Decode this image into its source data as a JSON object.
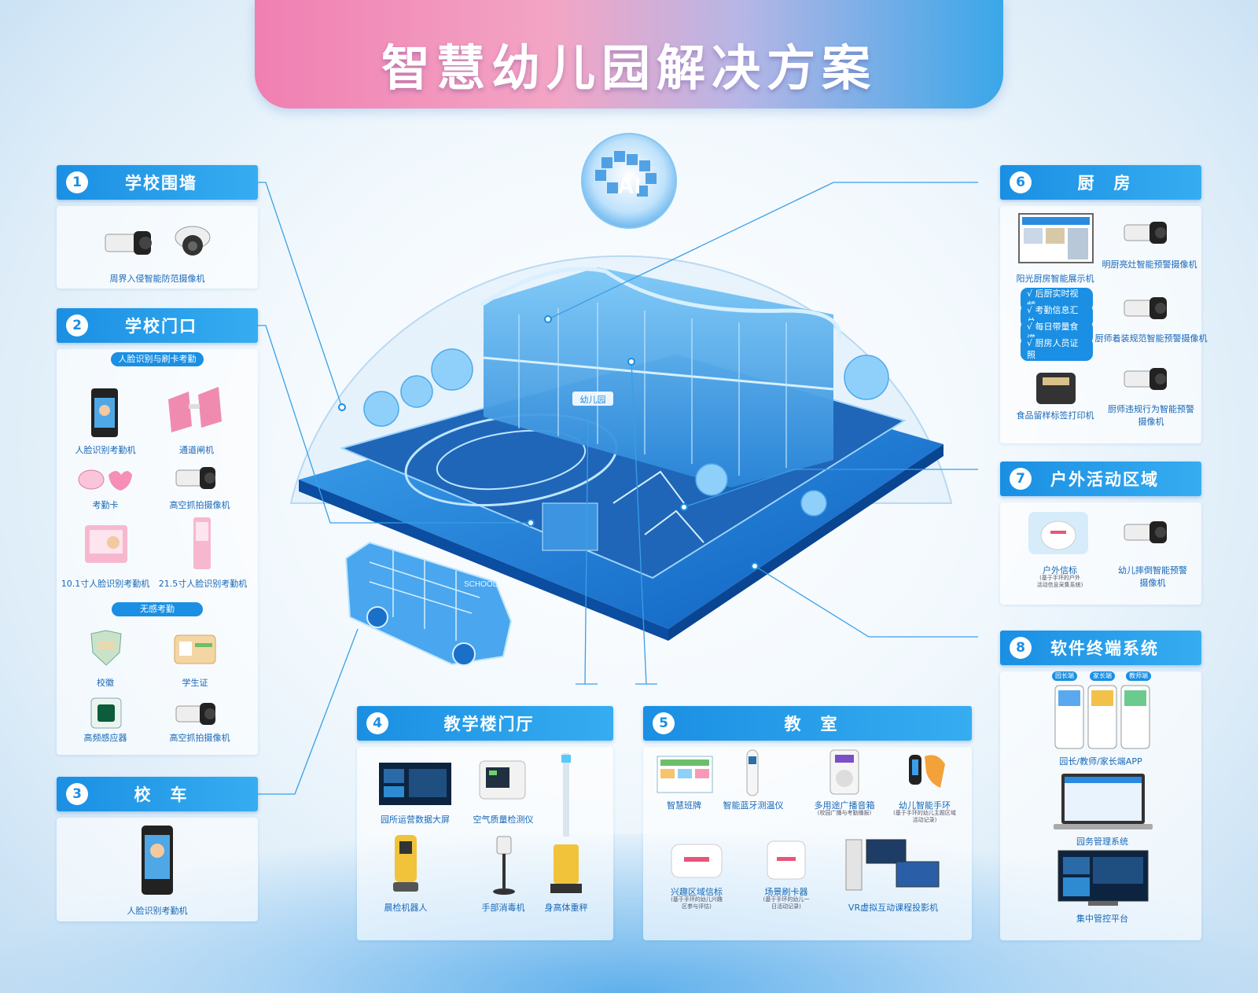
{
  "title": "智慧幼儿园解决方案",
  "center": {
    "ai_label": "AI",
    "school_sign": "幼儿园",
    "bus_sign": "SCHOOL"
  },
  "s1": {
    "num": "1",
    "title": "学校围墙",
    "items": [
      "周界入侵智能防范摄像机"
    ]
  },
  "s2": {
    "num": "2",
    "title": "学校门口",
    "pill1": "人脸识别与刷卡考勤",
    "pill2": "无感考勤",
    "items": [
      "人脸识别考勤机",
      "通道闸机",
      "考勤卡",
      "高空抓拍摄像机",
      "10.1寸人脸识别考勤机",
      "21.5寸人脸识别考勤机",
      "校徽",
      "学生证",
      "高频感应器",
      "高空抓拍摄像机"
    ]
  },
  "s3": {
    "num": "3",
    "title": "校　车",
    "items": [
      "人脸识别考勤机"
    ]
  },
  "s4": {
    "num": "4",
    "title": "教学楼门厅",
    "items": [
      "园所运营数据大屏",
      "空气质量检测仪",
      "晨检机器人",
      "手部消毒机",
      "身高体重秤"
    ]
  },
  "s5": {
    "num": "5",
    "title": "教　室",
    "items": [
      "智慧班牌",
      "智能蓝牙测温仪",
      "多用途广播音箱",
      "幼儿智能手环",
      "兴趣区域信标",
      "场景刷卡器",
      "VR虚拟互动课程投影机"
    ],
    "subs": [
      "(校园广播与考勤播报)",
      "(基于手环的幼儿主题区域活动记录)",
      "(基于手环的幼儿兴趣区参与评估)",
      "(基于手环的幼儿一日活动记录)"
    ]
  },
  "s6": {
    "num": "6",
    "title": "厨　房",
    "items": [
      "阳光厨房智能展示机",
      "明厨亮灶智能预警摄像机",
      "厨师着装规范智能预警摄像机",
      "食品留样标签打印机",
      "厨师违规行为智能预警摄像机"
    ],
    "checks": [
      "√ 后厨实时视频",
      "√ 考勤信息汇总",
      "√ 每日带量食谱",
      "√ 厨房人员证照"
    ]
  },
  "s7": {
    "num": "7",
    "title": "户外活动区域",
    "items": [
      "户外信标",
      "幼儿摔倒智能预警摄像机"
    ],
    "sub": [
      "(基于手环的户外",
      "活动信息采集系统)"
    ]
  },
  "s8": {
    "num": "8",
    "title": "软件终端系统",
    "items": [
      "园长/教师/家长端APP",
      "园务管理系统",
      "集中管控平台"
    ],
    "tags": [
      "园长端",
      "家长端",
      "教师端"
    ]
  },
  "colors": {
    "accent": "#1a8fe3",
    "pink": "#f07fb1",
    "label": "#1768b8"
  },
  "icons": [
    "camera-icon",
    "dome-camera-icon",
    "face-terminal-icon",
    "turnstile-icon",
    "card-icon",
    "brain-ai-icon"
  ]
}
